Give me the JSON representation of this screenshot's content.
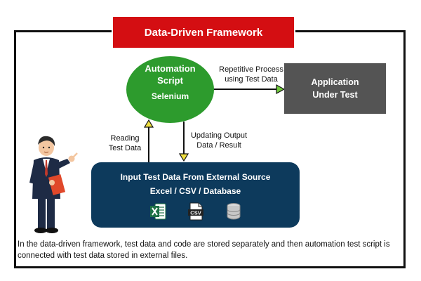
{
  "title": "Data-Driven Framework",
  "script_node": {
    "line1": "Automation",
    "line2": "Script",
    "tool": "Selenium"
  },
  "app_node": {
    "line1": "Application",
    "line2": "Under Test"
  },
  "input_node": {
    "line1": "Input Test Data From External Source",
    "line2": "Excel / CSV / Database"
  },
  "icons": [
    "excel-icon",
    "csv-file-icon",
    "database-icon"
  ],
  "csv_icon_text": "CSV",
  "edges": {
    "to_app": {
      "line1": "Repetitive Process",
      "line2": "using Test Data"
    },
    "reading": {
      "line1": "Reading",
      "line2": "Test Data"
    },
    "updating": {
      "line1": "Updating Output",
      "line2": "Data  / Result"
    }
  },
  "caption": "In the data-driven framework, test data and code are stored separately and then automation test script is connected with test data stored in external files.",
  "colors": {
    "title_bg": "#d40e12",
    "script_bg": "#2d9b2d",
    "app_bg": "#545454",
    "input_bg": "#0d3a5c",
    "arrow_head": "#f0e040"
  }
}
